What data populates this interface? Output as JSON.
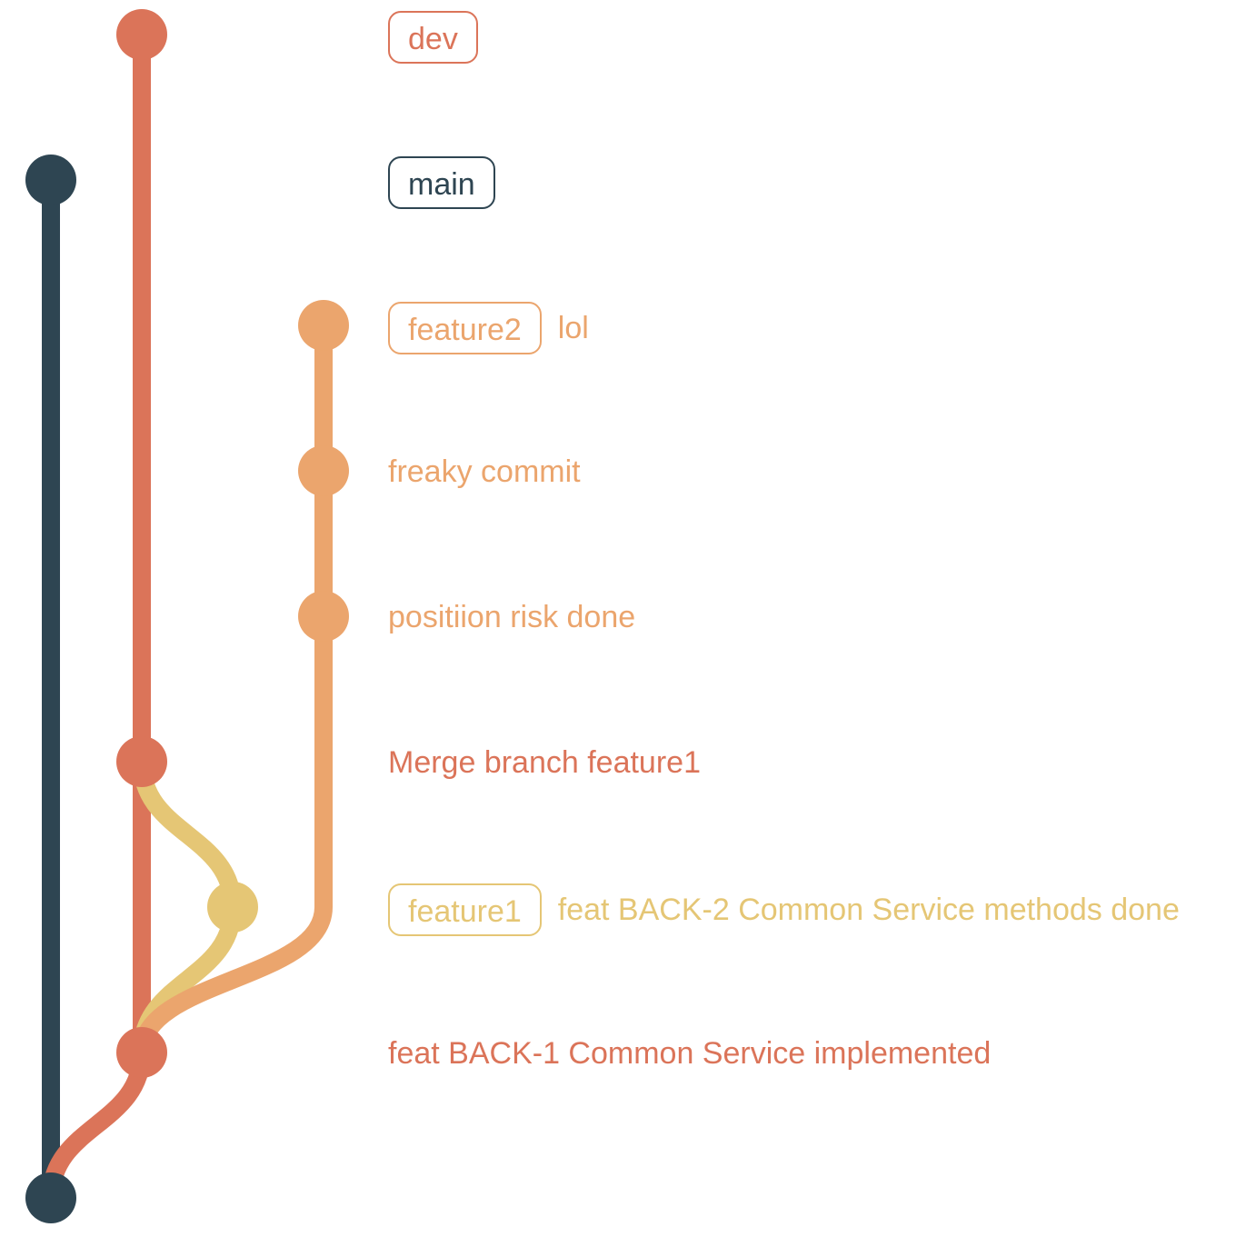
{
  "colors": {
    "main": "#2e4552",
    "dev": "#db7459",
    "feature2": "#eba56d",
    "feature1": "#e5c675"
  },
  "branches": [
    {
      "name": "main",
      "color": "#2e4552"
    },
    {
      "name": "dev",
      "color": "#db7459"
    },
    {
      "name": "feature2",
      "color": "#eba56d"
    },
    {
      "name": "feature1",
      "color": "#e5c675"
    }
  ],
  "rows": [
    {
      "tag": "dev",
      "message": "",
      "branch": "dev"
    },
    {
      "tag": "main",
      "message": "",
      "branch": "main"
    },
    {
      "tag": "feature2",
      "message": "lol",
      "branch": "feature2"
    },
    {
      "tag": "",
      "message": "freaky commit",
      "branch": "feature2"
    },
    {
      "tag": "",
      "message": "positiion risk done",
      "branch": "feature2"
    },
    {
      "tag": "",
      "message": "Merge branch feature1",
      "branch": "dev"
    },
    {
      "tag": "feature1",
      "message": "feat BACK-2 Common Service methods done",
      "branch": "feature1"
    },
    {
      "tag": "",
      "message": "feat BACK-1 Common Service implemented",
      "branch": "dev"
    },
    {
      "tag": "",
      "message": "",
      "branch": "main"
    }
  ]
}
